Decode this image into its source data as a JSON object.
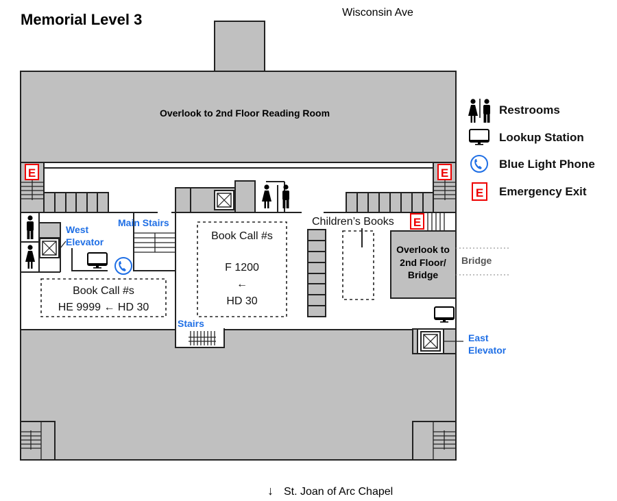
{
  "title": "Memorial Level 3",
  "streets": {
    "north": "Wisconsin Ave",
    "south": "St. Joan of Arc Chapel",
    "south_arrow": "↓"
  },
  "areas": {
    "overlook_reading_room": "Overlook to 2nd Floor Reading Room",
    "overlook_bridge": [
      "Overlook to",
      "2nd Floor/",
      "Bridge"
    ],
    "bridge": "Bridge",
    "childrens_books": "Children’s Books"
  },
  "book_calls": {
    "west": {
      "title": "Book Call #s",
      "range": "HE 9999 ← HD 30"
    },
    "center": {
      "title": "Book Call #s",
      "from": "F 1200",
      "arrow": "←",
      "to": "HD 30"
    }
  },
  "places": {
    "west_elevator": [
      "West",
      "Elevator"
    ],
    "east_elevator": [
      "East",
      "Elevator"
    ],
    "main_stairs": "Main Stairs",
    "stairs": "Stairs"
  },
  "exit_letter": "E",
  "legend": [
    {
      "icon": "restroom-icon",
      "label": "Restrooms"
    },
    {
      "icon": "monitor-icon",
      "label": "Lookup Station"
    },
    {
      "icon": "phone-icon",
      "label": "Blue Light Phone"
    },
    {
      "icon": "emergency-exit-icon",
      "label": "Emergency Exit"
    }
  ],
  "colors": {
    "accent": "#1f6fe5",
    "exit": "#e00000",
    "wall_fill": "#c0c0c0"
  }
}
